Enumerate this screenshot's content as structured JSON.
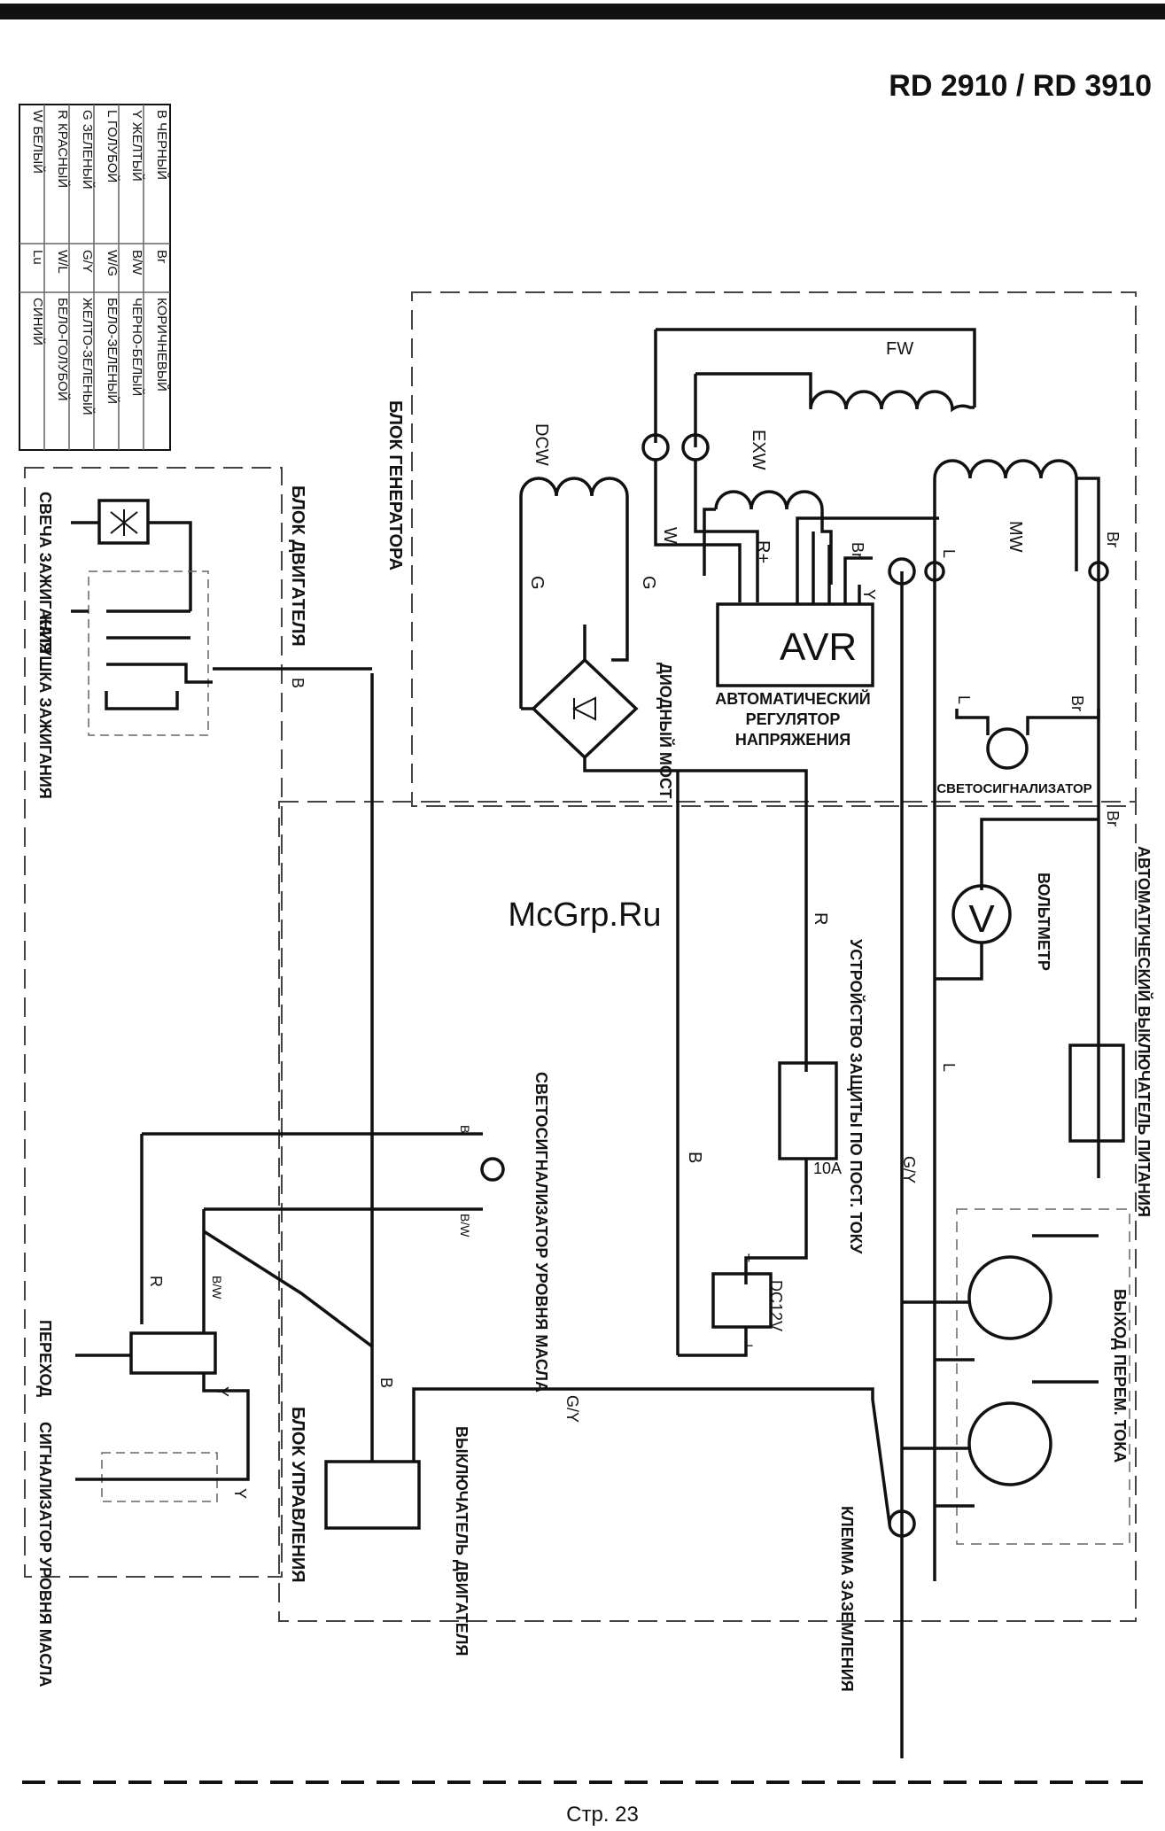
{
  "header": {
    "model": "RD 2910 / RD 3910"
  },
  "footer": {
    "page": "Стр. 23"
  },
  "watermark": "McGrp.Ru",
  "legend": [
    {
      "code": "B",
      "name": "ЧЕРНЫЙ",
      "code2": "Br",
      "name2": "КОРИЧНЕВЫЙ"
    },
    {
      "code": "Y",
      "name": "ЖЕЛТЫЙ",
      "code2": "B/W",
      "name2": "ЧЕРНО-БЕЛЫЙ"
    },
    {
      "code": "L",
      "name": "ГОЛУБОЙ",
      "code2": "W/G",
      "name2": "БЕЛО-ЗЕЛЕНЫЙ"
    },
    {
      "code": "G",
      "name": "ЗЕЛЕНЫЙ",
      "code2": "G/Y",
      "name2": "ЖЕЛТО-ЗЕЛЕНЫЙ"
    },
    {
      "code": "R",
      "name": "КРАСНЫЙ",
      "code2": "W/L",
      "name2": "БЕЛО-ГОЛУБОЙ"
    },
    {
      "code": "W",
      "name": "БЕЛЫЙ",
      "code2": "Lu",
      "name2": "СИНИЙ"
    }
  ],
  "blocks": {
    "generator": "БЛОК ГЕНЕРАТОРА",
    "engine": "БЛОК ДВИГАТЕЛЯ",
    "control": "БЛОК УПРАВЛЕНИЯ"
  },
  "components": {
    "avr": "AVR",
    "avr_label": "АВТОМАТИЧЕСКИЙ РЕГУЛЯТОР НАПРЯЖЕНИЯ",
    "diode_bridge": "ДИОДНЫЙ МОСТ",
    "indicator_lamp": "СВЕТОСИГНАЛИЗАТОР",
    "voltmeter": "ВОЛЬТМЕТР",
    "voltmeter_symbol": "V",
    "circuit_breaker": "АВТОМАТИЧЕСКИЙ ВЫКЛЮЧАТЕЛЬ ПИТАНИЯ",
    "dc_protection": "УСТРОЙСТВО ЗАЩИТЫ ПО ПОСТ. ТОКУ",
    "fuse_rating": "10A",
    "dc_output": "DC12V",
    "plus": "+",
    "minus": "−",
    "ac_output": "ВЫХОД ПЕРЕМ. ТОКА",
    "ground_terminal": "КЛЕММА ЗАЗЕМЛЕНИЯ",
    "engine_switch": "ВЫКЛЮЧАТЕЛЬ ДВИГАТЕЛЯ",
    "oil_lamp": "СВЕТОСИГНАЛИЗАТОР УРОВНЯ МАСЛА",
    "adapter": "ПЕРЕХОД",
    "oil_sensor": "СИГНАЛИЗАТОР УРОВНЯ МАСЛА",
    "spark_plug": "СВЕЧА ЗАЖИГАНИЯ",
    "ignition_coil": "КАТУШКА ЗАЖИГАНИЯ"
  },
  "windings": {
    "fw": "FW",
    "exw": "EXW",
    "dcw": "DCW",
    "mw": "MW"
  },
  "wires": {
    "w": "W",
    "r": "R",
    "rplus": "R+",
    "y": "Y",
    "br": "Br",
    "l": "L",
    "g": "G",
    "b": "B",
    "bw": "B/W",
    "gy": "G/Y"
  }
}
